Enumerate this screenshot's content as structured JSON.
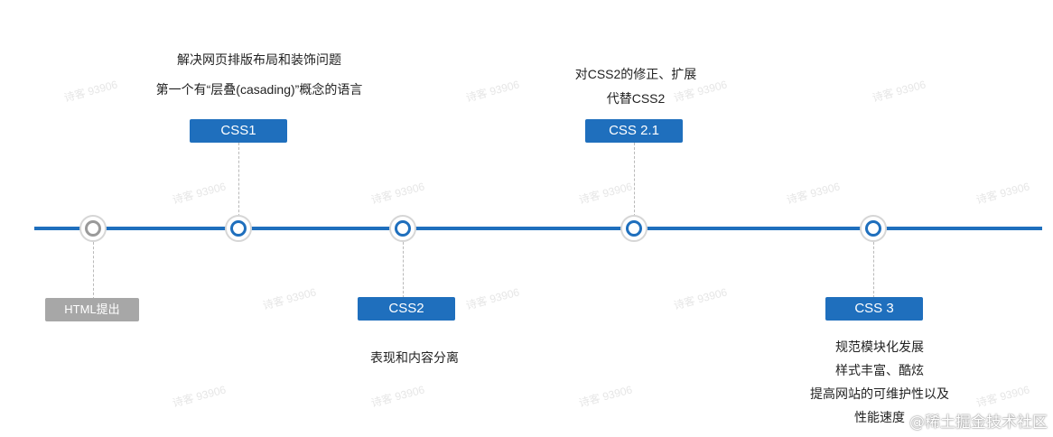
{
  "timeline": {
    "accent_color": "#1f6fbd",
    "muted_color": "#a7a7a7",
    "events": [
      {
        "id": "html",
        "label": "HTML提出",
        "style": "grey",
        "descriptions": []
      },
      {
        "id": "css1",
        "label": "CSS1",
        "style": "blue",
        "descriptions": [
          "解决网页排版布局和装饰问题",
          "第一个有“层叠(casading)”概念的语言"
        ]
      },
      {
        "id": "css2",
        "label": "CSS2",
        "style": "blue",
        "descriptions": [
          "表现和内容分离"
        ]
      },
      {
        "id": "css21",
        "label": "CSS 2.1",
        "style": "blue",
        "descriptions": [
          "对CSS2的修正、扩展",
          "代替CSS2"
        ]
      },
      {
        "id": "css3",
        "label": "CSS 3",
        "style": "blue",
        "descriptions": [
          "规范模块化发展",
          "样式丰富、酷炫",
          "提高网站的可维护性以及",
          "性能速度"
        ]
      }
    ]
  },
  "watermark_text": "诗客 93906",
  "footer": {
    "brand": "@稀土掘金技术社区"
  }
}
